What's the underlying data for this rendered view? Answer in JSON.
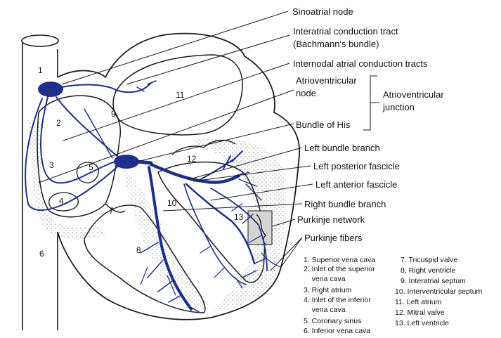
{
  "labels": {
    "sinoatrial_node": "Sinoatrial node",
    "interatrial_tract_1": "Interatrial conduction tract",
    "interatrial_tract_2": "(Bachmann's bundle)",
    "internodal_tracts": "Internodal atrial conduction tracts",
    "av_node_1": "Atrioventricular",
    "av_node_2": "node",
    "av_junction_1": "Atrioventricular",
    "av_junction_2": "junction",
    "bundle_of_his": "Bundle of His",
    "left_bundle_branch": "Left bundle branch",
    "left_posterior_fascicle": "Left posterior fascicle",
    "left_anterior_fascicle": "Left anterior fascicle",
    "right_bundle_branch": "Right bundle branch",
    "purkinje_network": "Purkinje network",
    "purkinje_fibers": "Purkinje fibers"
  },
  "numbers": [
    "1",
    "2",
    "3",
    "4",
    "5",
    "6",
    "7",
    "8",
    "9",
    "10",
    "11",
    "12",
    "13"
  ],
  "legend_left": [
    "1. Superior vena cava",
    "2. Inlet of the superior",
    "    vena cava",
    "3. Right atrium",
    "4. Inlet of the inferior",
    "    vena cava",
    "5. Coronary sinus",
    "6. Inferior vena cava"
  ],
  "legend_right": [
    "7. Tricuspid valve",
    "8. Right ventricle",
    "9. Interatrial septum",
    "10. Interventricular septum",
    "11. Left atrium",
    "12. Mitral valve",
    "13. Left ventricle"
  ],
  "colors": {
    "conduction": "#1e2f8a",
    "outline": "#1a1a1a",
    "highlight": "#d4d4d4"
  }
}
